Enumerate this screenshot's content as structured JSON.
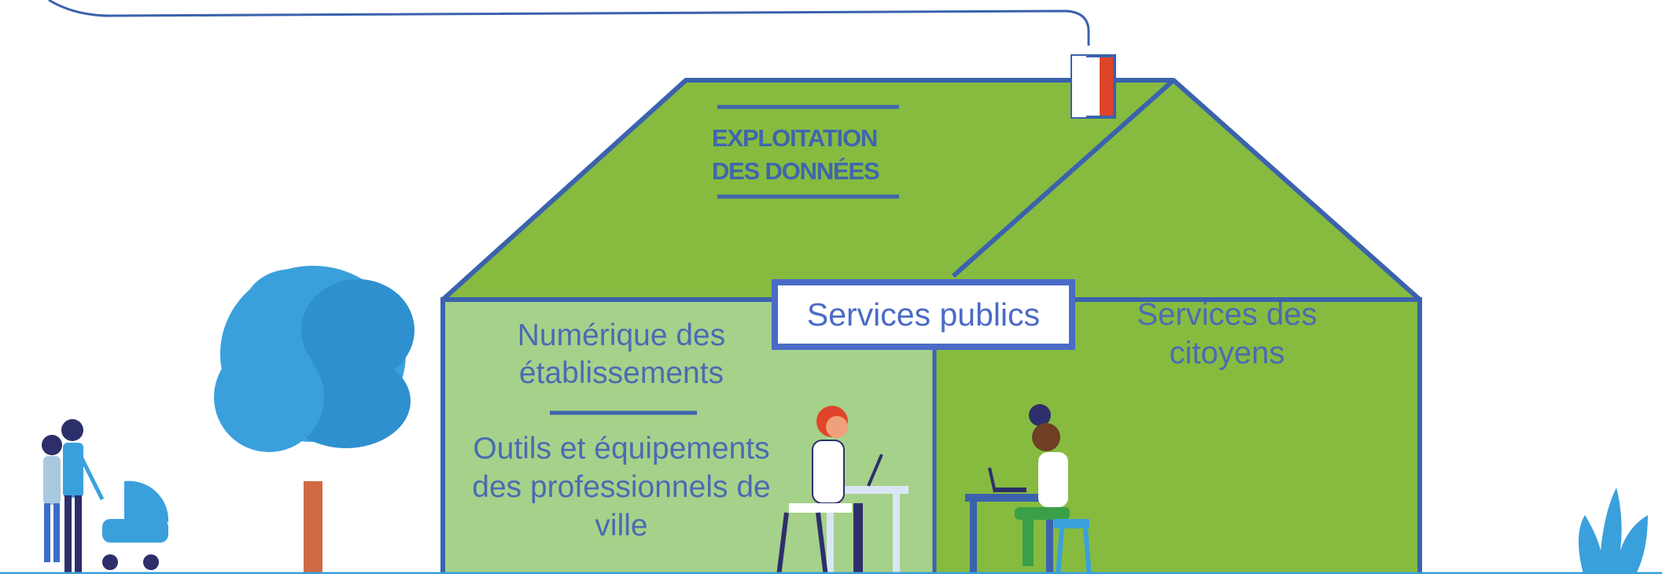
{
  "roof": {
    "title_line1": "EXPLOITATION",
    "title_line2": "DES DONNÉES"
  },
  "left_room": {
    "top_label_line1": "Numérique des",
    "top_label_line2": "établissements",
    "bottom_label_line1": "Outils et équipements",
    "bottom_label_line2": "des professionnels de",
    "bottom_label_line3": "ville"
  },
  "center_label": "Services publics",
  "right_room": {
    "label_line1": "Services des",
    "label_line2": "citoyens"
  },
  "colors": {
    "roof_green": "#86bb40",
    "left_room_green": "#a6d18a",
    "outline_blue": "#3b62ad",
    "text_blue": "#4a6bb3",
    "tree_blue": "#3aa0dc",
    "flag_red": "#e0442a"
  },
  "icons": [
    "house",
    "flag",
    "tree",
    "family-with-stroller",
    "doctor-at-desk",
    "woman-at-laptop",
    "plant"
  ]
}
